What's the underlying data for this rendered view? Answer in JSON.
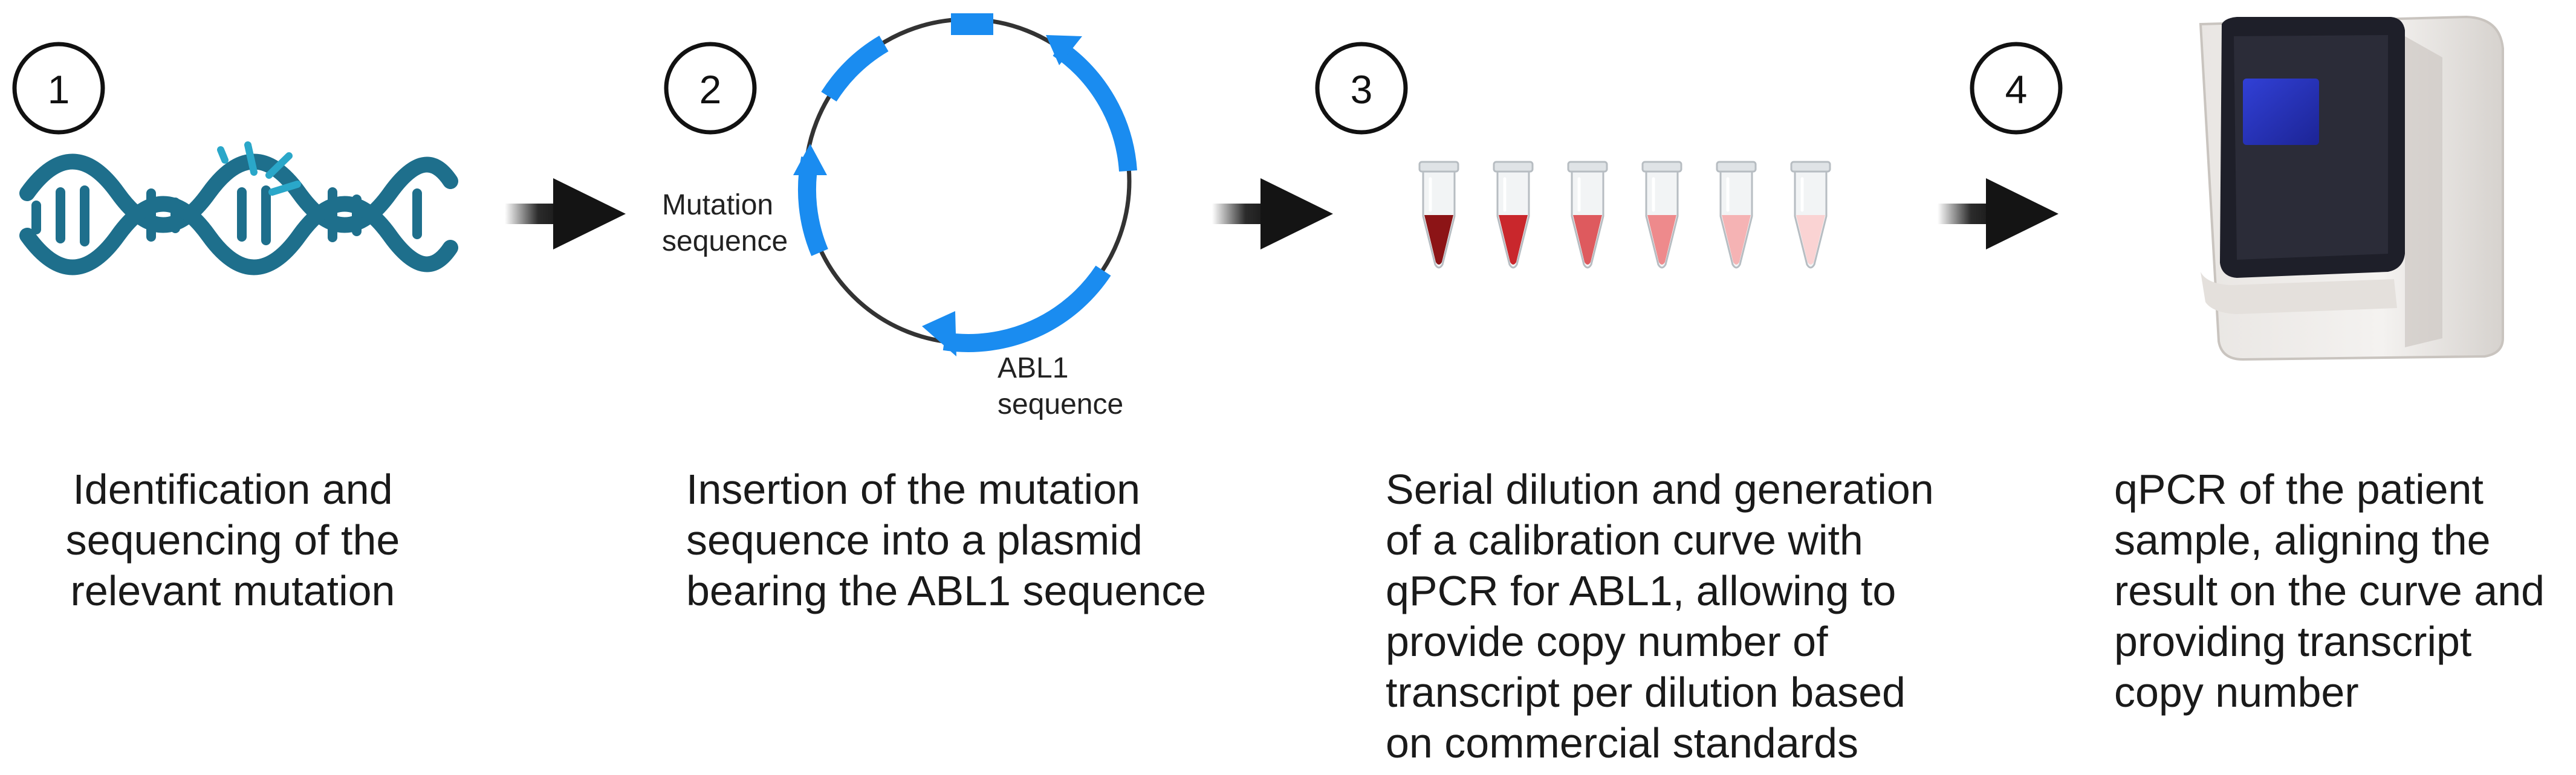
{
  "steps": [
    {
      "number": "1",
      "caption_lines": [
        "Identification and",
        "sequencing of the",
        "relevant mutation"
      ]
    },
    {
      "number": "2",
      "caption_lines": [
        "Insertion of the mutation",
        "sequence into a plasmid",
        "bearing the ABL1 sequence"
      ],
      "labels": {
        "mutation_line1": "Mutation",
        "mutation_line2": "sequence",
        "abl1_line1": "ABL1",
        "abl1_line2": "sequence"
      }
    },
    {
      "number": "3",
      "caption_lines": [
        "Serial dilution and generation",
        "of a calibration curve with",
        "qPCR for ABL1, allowing to",
        "provide copy number of",
        "transcript per dilution based",
        "on commercial standards"
      ]
    },
    {
      "number": "4",
      "caption_lines": [
        "qPCR of the patient",
        "sample, aligning the",
        "result on the curve and",
        "providing transcript",
        "copy number"
      ]
    }
  ],
  "colors": {
    "dna": "#1e6f8c",
    "dna_spark": "#2aa7c9",
    "plasmid_accent": "#1a8cf0",
    "arrow": "#141414",
    "tube_gradient": [
      "#8c1416",
      "#c9272c",
      "#de5a5e",
      "#ee8a8c",
      "#f5b3b4",
      "#fad3d3"
    ],
    "machine_screen": "#2733b8"
  },
  "icons": [
    "dna-helix-icon",
    "plasmid-icon",
    "tube-icon",
    "qpcr-machine-icon",
    "right-arrow-icon"
  ]
}
